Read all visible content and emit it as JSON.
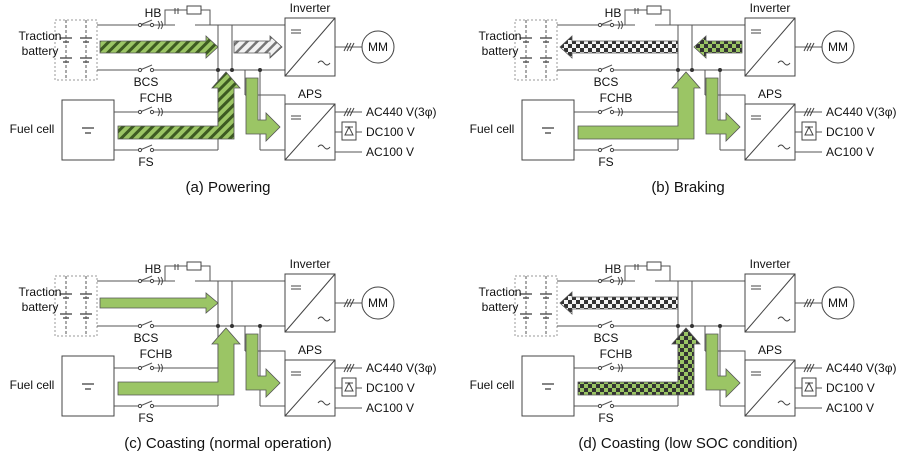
{
  "labels": {
    "traction_battery_line1": "Traction",
    "traction_battery_line2": "battery",
    "hb": "HB",
    "bcs": "BCS",
    "fchb": "FCHB",
    "fs": "FS",
    "fuel_cell": "Fuel cell",
    "inverter": "Inverter",
    "aps": "APS",
    "mm": "MM",
    "ac440": "AC440 V(3φ)",
    "dc100": "DC100 V",
    "ac100": "AC100 V"
  },
  "panels": [
    {
      "caption": "(a) Powering"
    },
    {
      "caption": "(b) Braking"
    },
    {
      "caption": "(c) Coasting (normal operation)"
    },
    {
      "caption": "(d) Coasting (low SOC condition)"
    }
  ],
  "colors": {
    "flow_green": "#9bc565",
    "flow_green_dark": "#4f6b2c",
    "hatch_light": "#e8e8e8",
    "checker_dark": "#3a3a3a",
    "wire": "#555555"
  }
}
